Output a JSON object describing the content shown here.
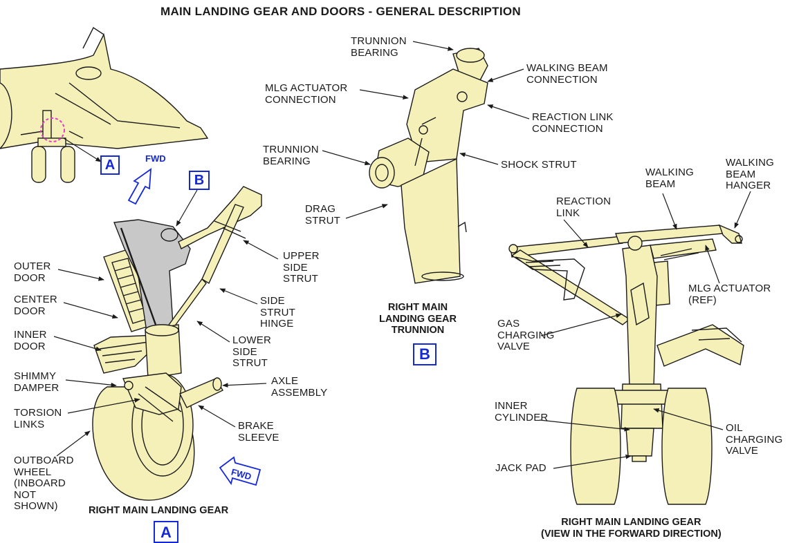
{
  "title": "MAIN LANDING GEAR AND DOORS - GENERAL DESCRIPTION",
  "colors": {
    "part_fill": "#f5f0b8",
    "highlight_fill": "#c8c8c8",
    "ref_box": "#1428d8",
    "fwd_arrow": "#1428d8",
    "locator_circle": "#e040c8",
    "line": "#1a1a1a"
  },
  "references": {
    "a_overview": "A",
    "b_detail": "B",
    "b_caption": "B",
    "a_caption": "A"
  },
  "fwd_arrows": {
    "upper": "FWD",
    "lower": "FWD"
  },
  "view_a": {
    "caption": "RIGHT MAIN LANDING GEAR",
    "labels": {
      "outer_door": "OUTER\nDOOR",
      "center_door": "CENTER\nDOOR",
      "inner_door": "INNER\nDOOR",
      "shimmy_damper": "SHIMMY\nDAMPER",
      "torsion_links": "TORSION\nLINKS",
      "outboard_wheel": "OUTBOARD\nWHEEL\n(INBOARD\nNOT\nSHOWN)",
      "upper_side_strut": "UPPER\nSIDE\nSTRUT",
      "side_strut_hinge": "SIDE\nSTRUT\nHINGE",
      "lower_side_strut": "LOWER\nSIDE\nSTRUT",
      "axle_assembly": "AXLE\nASSEMBLY",
      "brake_sleeve": "BRAKE\nSLEEVE"
    }
  },
  "view_b": {
    "caption": "RIGHT MAIN\nLANDING GEAR\nTRUNNION",
    "labels": {
      "trunnion_bearing_top": "TRUNNION\nBEARING",
      "walking_beam_connection": "WALKING BEAM\nCONNECTION",
      "mlg_actuator_connection": "MLG ACTUATOR\nCONNECTION",
      "reaction_link_connection": "REACTION LINK\nCONNECTION",
      "trunnion_bearing_left": "TRUNNION\nBEARING",
      "shock_strut": "SHOCK STRUT",
      "drag_strut": "DRAG\nSTRUT"
    }
  },
  "view_fwd": {
    "caption": "RIGHT MAIN LANDING GEAR\n(VIEW IN THE FORWARD DIRECTION)",
    "labels": {
      "reaction_link": "REACTION\nLINK",
      "walking_beam": "WALKING\nBEAM",
      "walking_beam_hanger": "WALKING\nBEAM\nHANGER",
      "mlg_actuator_ref": "MLG ACTUATOR\n(REF)",
      "gas_charging_valve": "GAS\nCHARGING\nVALVE",
      "inner_cylinder": "INNER\nCYLINDER",
      "oil_charging_valve": "OIL\nCHARGING\nVALVE",
      "jack_pad": "JACK PAD"
    }
  }
}
